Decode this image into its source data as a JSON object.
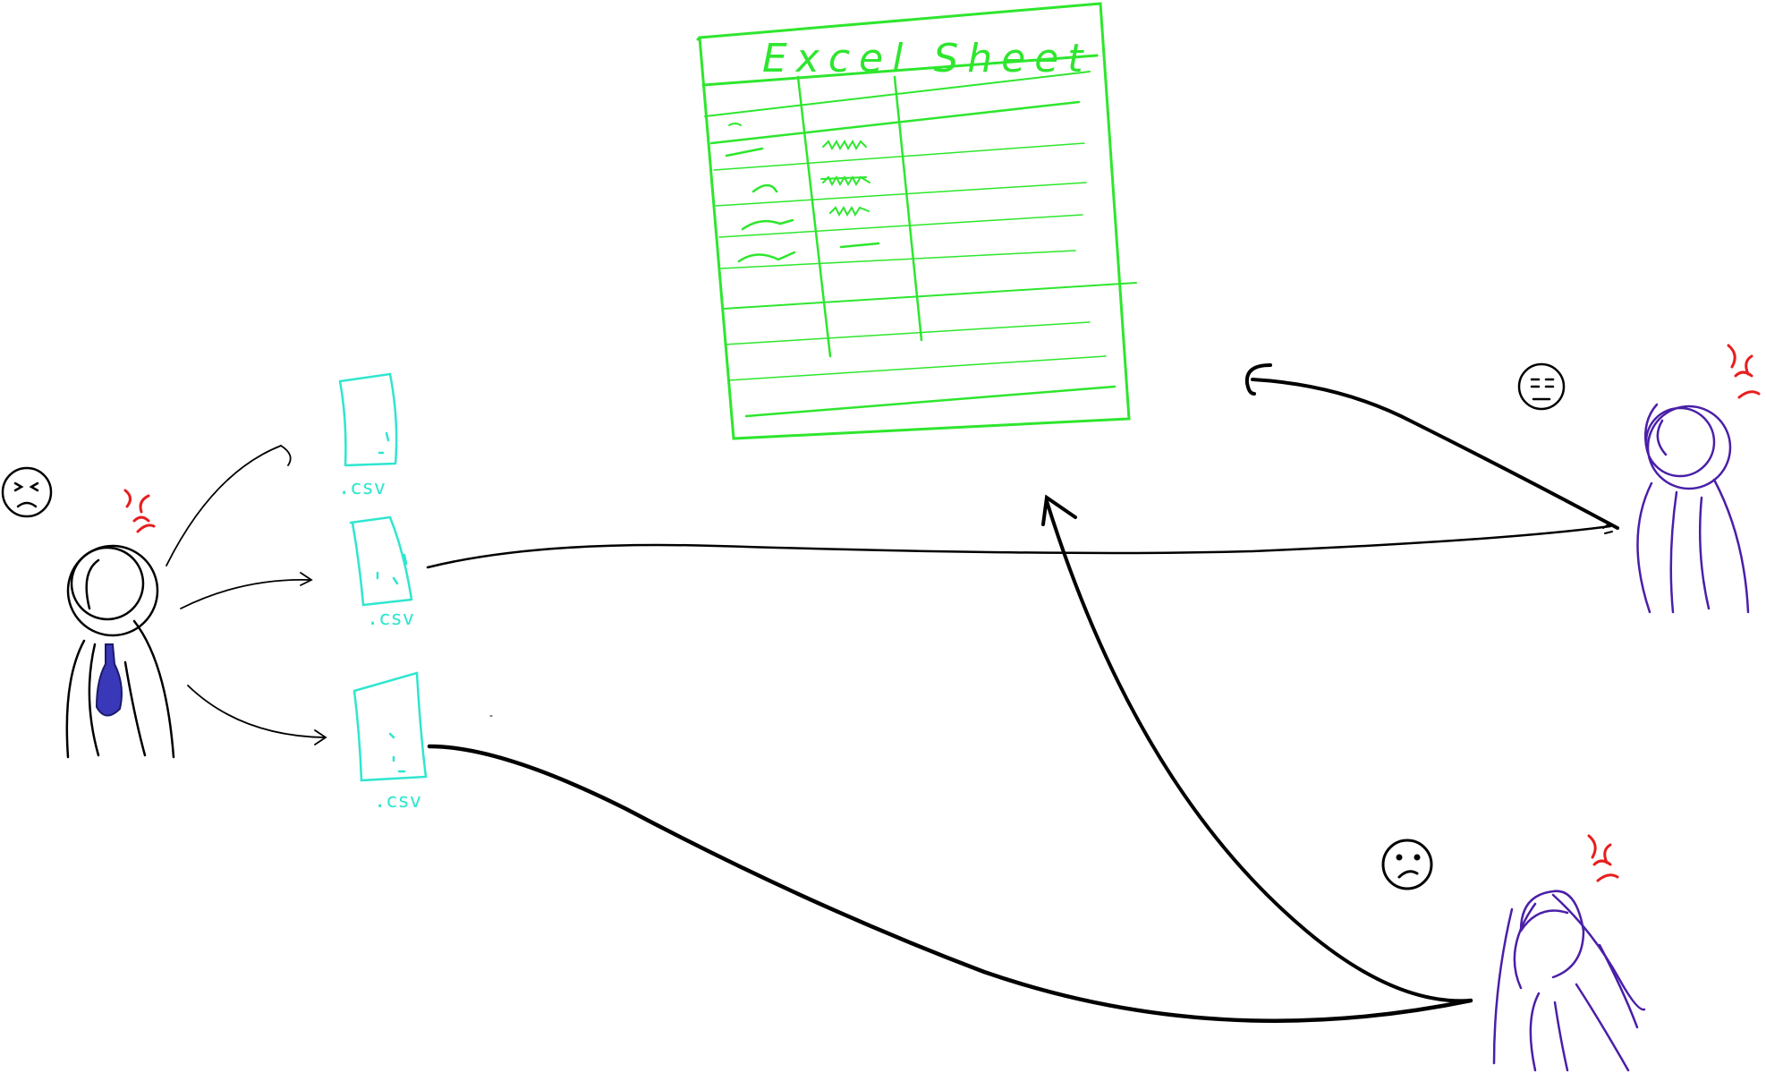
{
  "sheet": {
    "title": "Excel Sheet",
    "color": "#2ee62e"
  },
  "files": [
    {
      "label": ".csv"
    },
    {
      "label": ".csv"
    },
    {
      "label": ".csv"
    }
  ],
  "colors": {
    "csv": "#2fe6cf",
    "person_left": "#000000",
    "tie": "#3838b8",
    "person_right": "#4a1fa8",
    "anger": "#e61e1e",
    "arrow": "#000000"
  },
  "faces": [
    {
      "icon": "frustrated-face-icon"
    },
    {
      "icon": "neutral-face-icon"
    },
    {
      "icon": "confused-face-icon"
    }
  ]
}
